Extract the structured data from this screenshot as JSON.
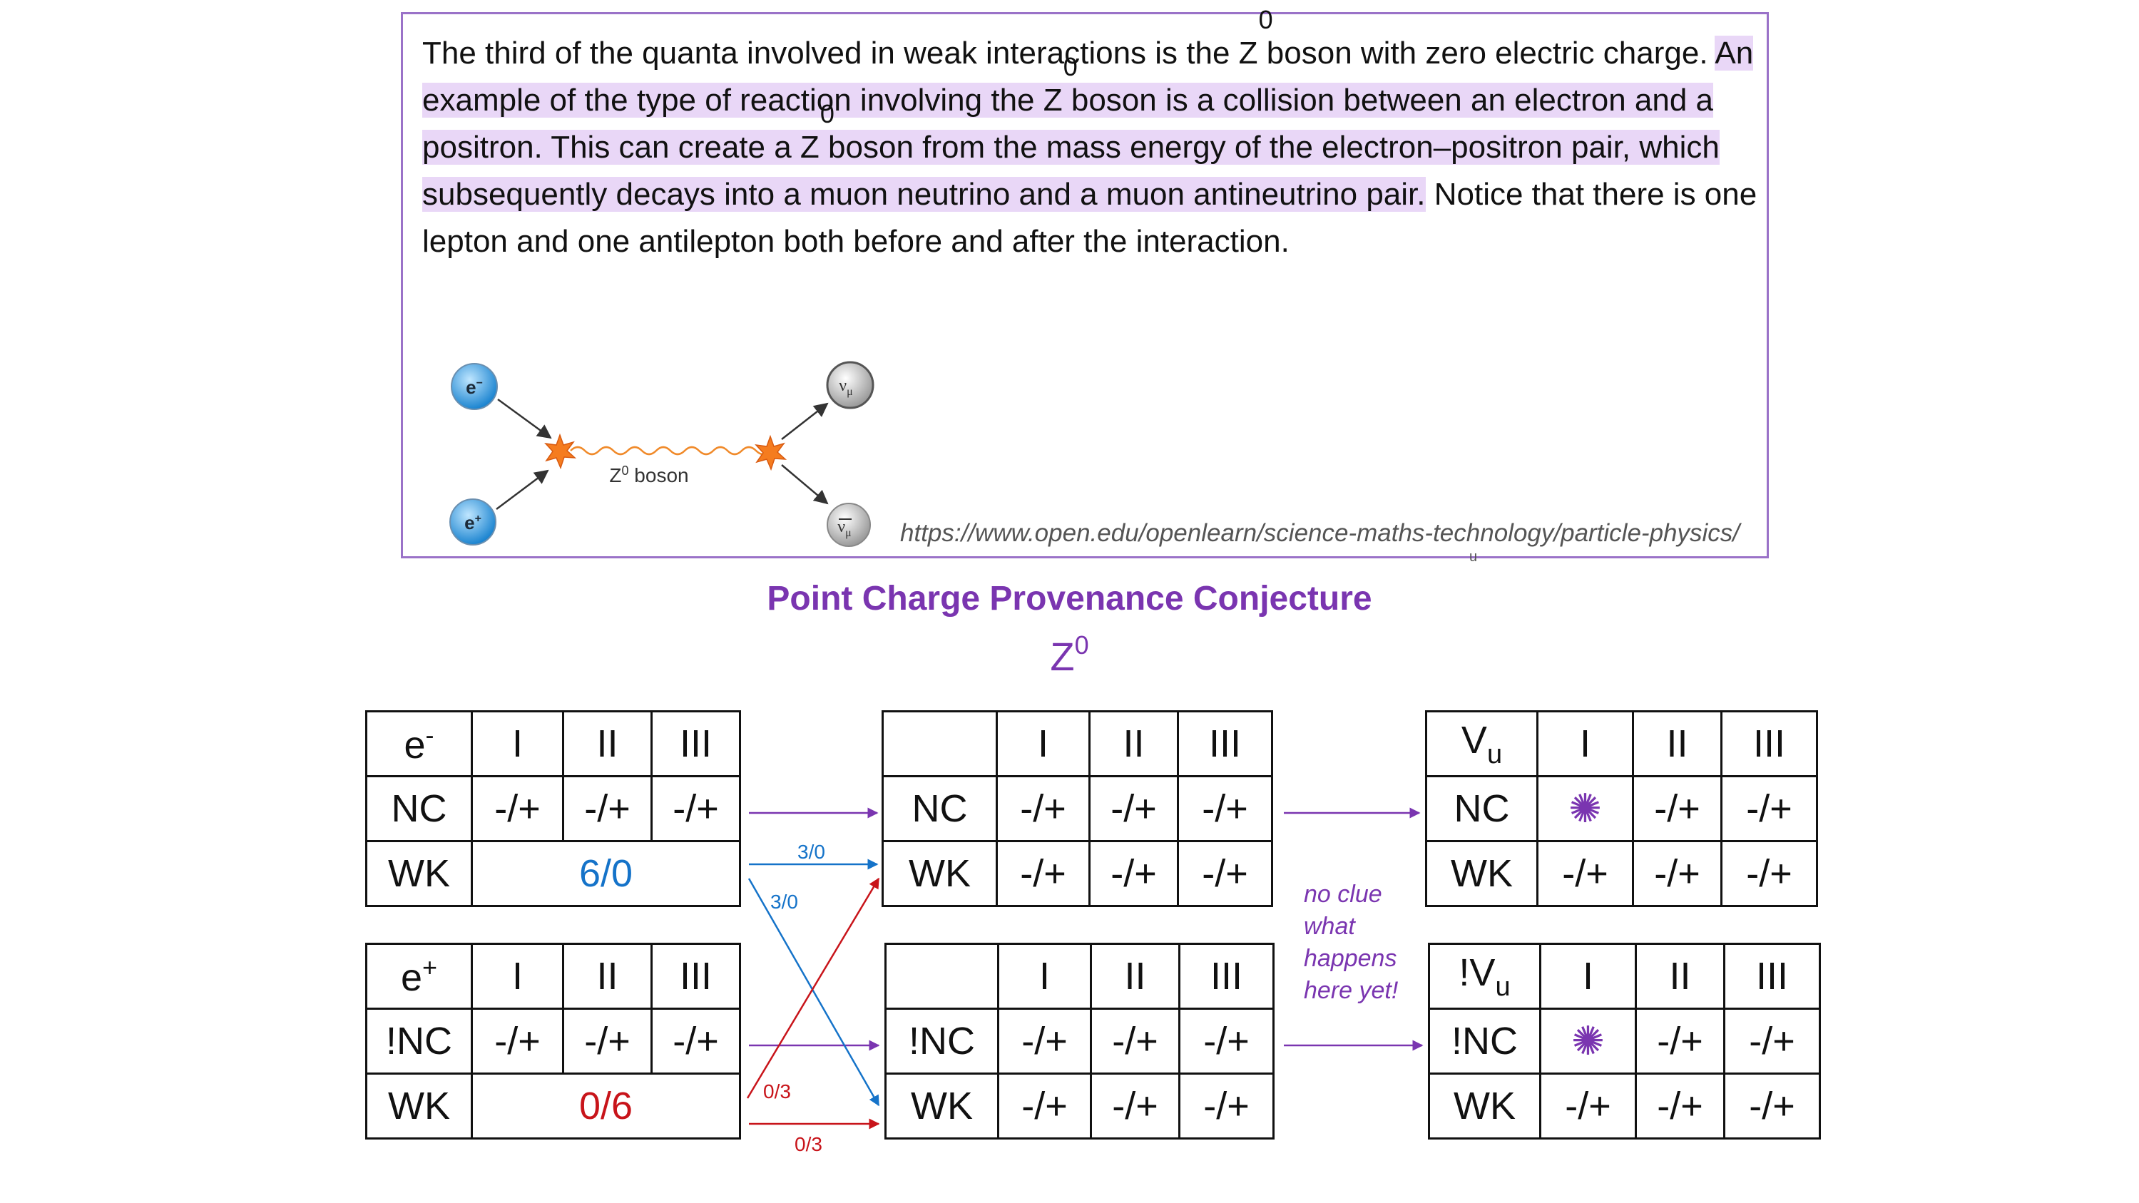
{
  "quote": {
    "s1_pre": "The third of the quanta involved in weak interactions is the ",
    "z": "Z",
    "zsup": "0",
    "s1_post": " boson with zero electric charge. ",
    "s2a": "An example of the type of reaction involving the ",
    "s2b": " boson is a collision between an electron and a positron. This can create a ",
    "s2c": " boson from the mass energy of the electron–positron pair, which subsequently decays into a muon neutrino and a muon antineutrino pair.",
    "s3": " Notice that there is one lepton and one antilepton both before and after the interaction.",
    "url": "https://www.open.edu/openlearn/science-maths-technology/particle-physics/",
    "url_overflow": "u"
  },
  "feynman": {
    "electron": "e",
    "electron_sup": "−",
    "positron": "e",
    "positron_sup": "+",
    "neutrino": "ν",
    "neutrino_sub": "μ",
    "antineutrino": "ν",
    "antineutrino_sub": "μ",
    "boson_label": "Z",
    "boson_sup": "0",
    "boson_word": " boson",
    "particle_fill": "#2b98e0",
    "neutrino_fill": "#c8c8c8",
    "wave_color": "#f08a2a",
    "star_color": "#f57c1f"
  },
  "title": "Point Charge Provenance Conjecture",
  "subtitle": {
    "base": "Z",
    "sup": "0"
  },
  "gens": [
    "I",
    "II",
    "III"
  ],
  "tables": {
    "electron": {
      "name": "e",
      "sup": "-",
      "nc_label": "NC",
      "nc": [
        "-/+",
        "-/+",
        "-/+"
      ],
      "wk_label": "WK",
      "wk_merged": "6/0"
    },
    "z_upper": {
      "name": "",
      "nc_label": "NC",
      "nc": [
        "-/+",
        "-/+",
        "-/+"
      ],
      "wk_label": "WK",
      "wk": [
        "-/+",
        "-/+",
        "-/+"
      ]
    },
    "nu": {
      "name": "V",
      "sub": "u",
      "nc_label": "NC",
      "nc_first": "✺",
      "nc": [
        "-/+",
        "-/+"
      ],
      "wk_label": "WK",
      "wk": [
        "-/+",
        "-/+",
        "-/+"
      ]
    },
    "positron": {
      "name": "e",
      "sup": "+",
      "nc_label": "!NC",
      "nc": [
        "-/+",
        "-/+",
        "-/+"
      ],
      "wk_label": "WK",
      "wk_merged": "0/6"
    },
    "z_lower": {
      "name": "",
      "nc_label": "!NC",
      "nc": [
        "-/+",
        "-/+",
        "-/+"
      ],
      "wk_label": "WK",
      "wk": [
        "-/+",
        "-/+",
        "-/+"
      ]
    },
    "antinu": {
      "name": "!V",
      "sub": "u",
      "nc_label": "!NC",
      "nc_first": "✺",
      "nc": [
        "-/+",
        "-/+"
      ],
      "wk_label": "WK",
      "wk": [
        "-/+",
        "-/+",
        "-/+"
      ]
    }
  },
  "arrows": {
    "label_blue_1": "3/0",
    "label_blue_2": "3/0",
    "label_red_1": "0/3",
    "label_red_2": "0/3",
    "purple": "#7a35b0",
    "blue": "#1573c9",
    "red": "#c8141a"
  },
  "note": [
    "no clue",
    "what",
    "happens",
    "here yet!"
  ]
}
